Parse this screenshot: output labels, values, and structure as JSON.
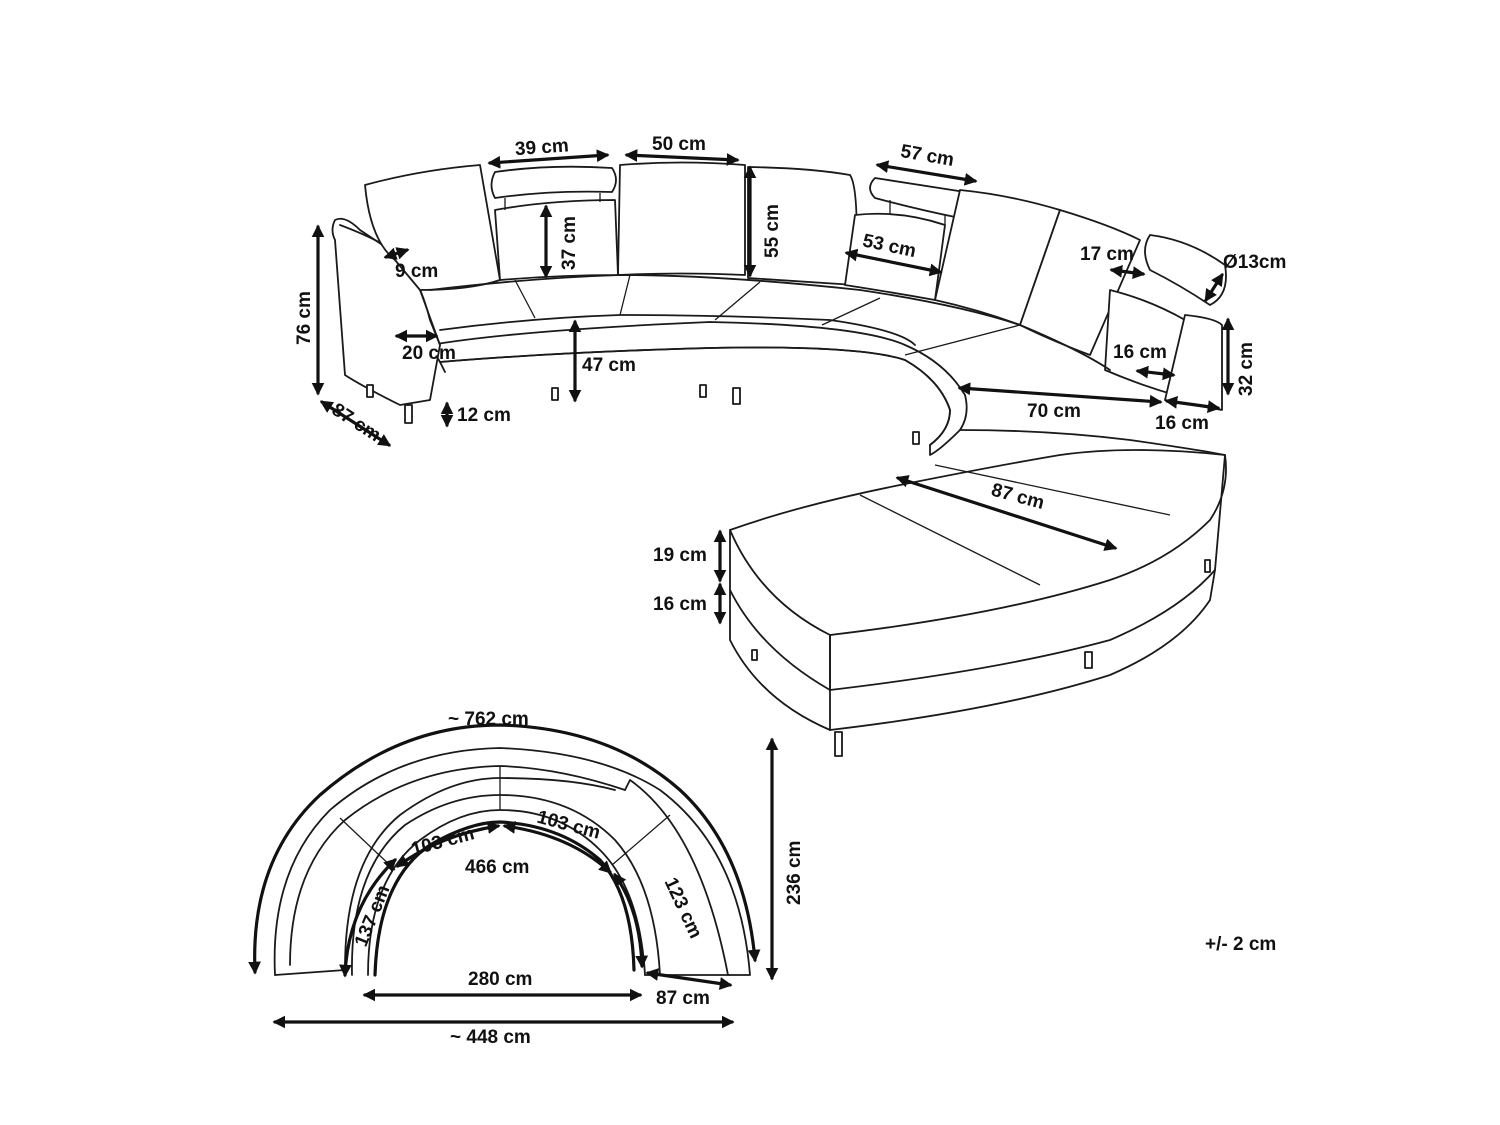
{
  "labels": {
    "back_cushion_width": "39 cm",
    "back_pillow_width": "50 cm",
    "headrest_width": "57 cm",
    "back_height_37": "37 cm",
    "back_height_55": "55 cm",
    "pillow_depth_53": "53 cm",
    "pillow_9": "9 cm",
    "arm_height": "76 cm",
    "arm_width": "20 cm",
    "seat_height": "47 cm",
    "leg_height": "12 cm",
    "arm_depth": "87 cm",
    "bolster_17": "17 cm",
    "bolster_diameter": "Ø13cm",
    "bolster_16a": "16 cm",
    "arm_height_32": "32 cm",
    "seat_depth_70": "70 cm",
    "arm_16b": "16 cm",
    "chaise_87": "87 cm",
    "cushion_19": "19 cm",
    "base_16": "16 cm",
    "outer_arc": "~ 762 cm",
    "inner_103a": "103 cm",
    "inner_103b": "103 cm",
    "inner_466": "466 cm",
    "inner_137": "137 cm",
    "inner_123": "123 cm",
    "inner_280": "280 cm",
    "end_87": "87 cm",
    "overall_448": "~ 448 cm",
    "overall_236": "236 cm"
  },
  "tolerance": "+/- 2 cm"
}
